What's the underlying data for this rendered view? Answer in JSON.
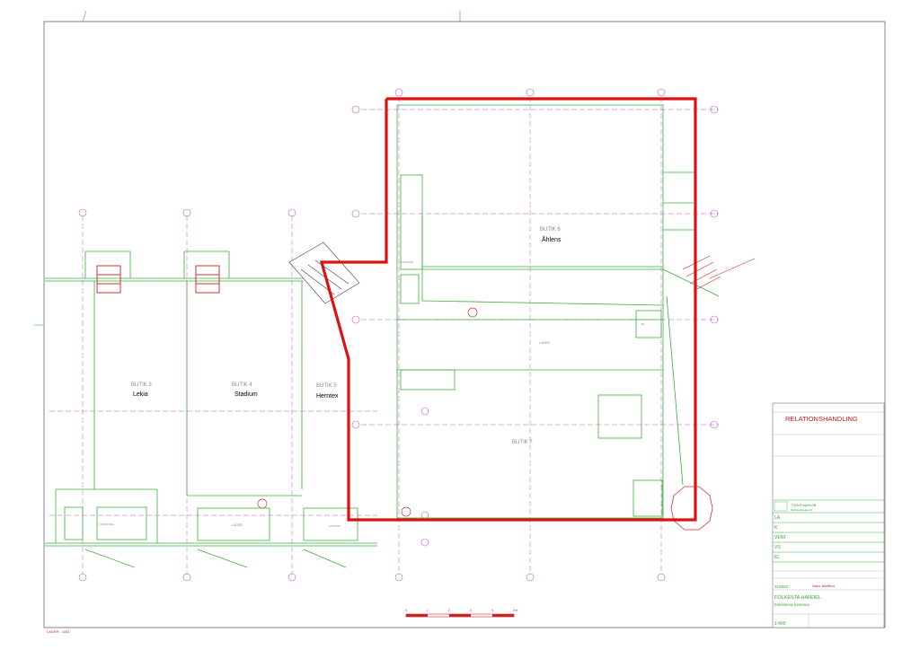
{
  "stores": [
    {
      "code": "BUTIK 3",
      "tenant": "Lekia"
    },
    {
      "code": "BUTIK 4",
      "tenant": "Stadium"
    },
    {
      "code": "BUTIK 5",
      "tenant": "Herntex"
    },
    {
      "code": "BUTIK 6",
      "tenant": "Åhlens"
    },
    {
      "code": "BUTIK 7",
      "tenant": ""
    }
  ],
  "rooms": {
    "lager": "LAGER",
    "lager2": "LAGER",
    "kontor": "KONTOR",
    "personal": "PERSONAL",
    "passage": "PASSAGE",
    "el": "EL"
  },
  "title_block": {
    "doc_type": "RELATIONSHANDLING",
    "company": "TISA Projekt AB",
    "company_sub": "Sehlstedtsgatan 9",
    "disciplines": [
      "LA",
      "K",
      "VENT",
      "VS",
      "EL"
    ],
    "date": "210520",
    "project_name": "FOLKESTA HANDEL",
    "municipality": "Eskilstuna kommun",
    "scale": "1:400",
    "signature": "Hans Wøfford"
  },
  "scale_bar": {
    "ticks": [
      "0",
      "1",
      "2",
      "3",
      "4",
      "5 m"
    ]
  },
  "sheet_label": "LAGER - 1811",
  "colors": {
    "highlight": "#dd1111",
    "walls": "#39b039",
    "grid": "#c050d0",
    "frame": "#555555"
  }
}
